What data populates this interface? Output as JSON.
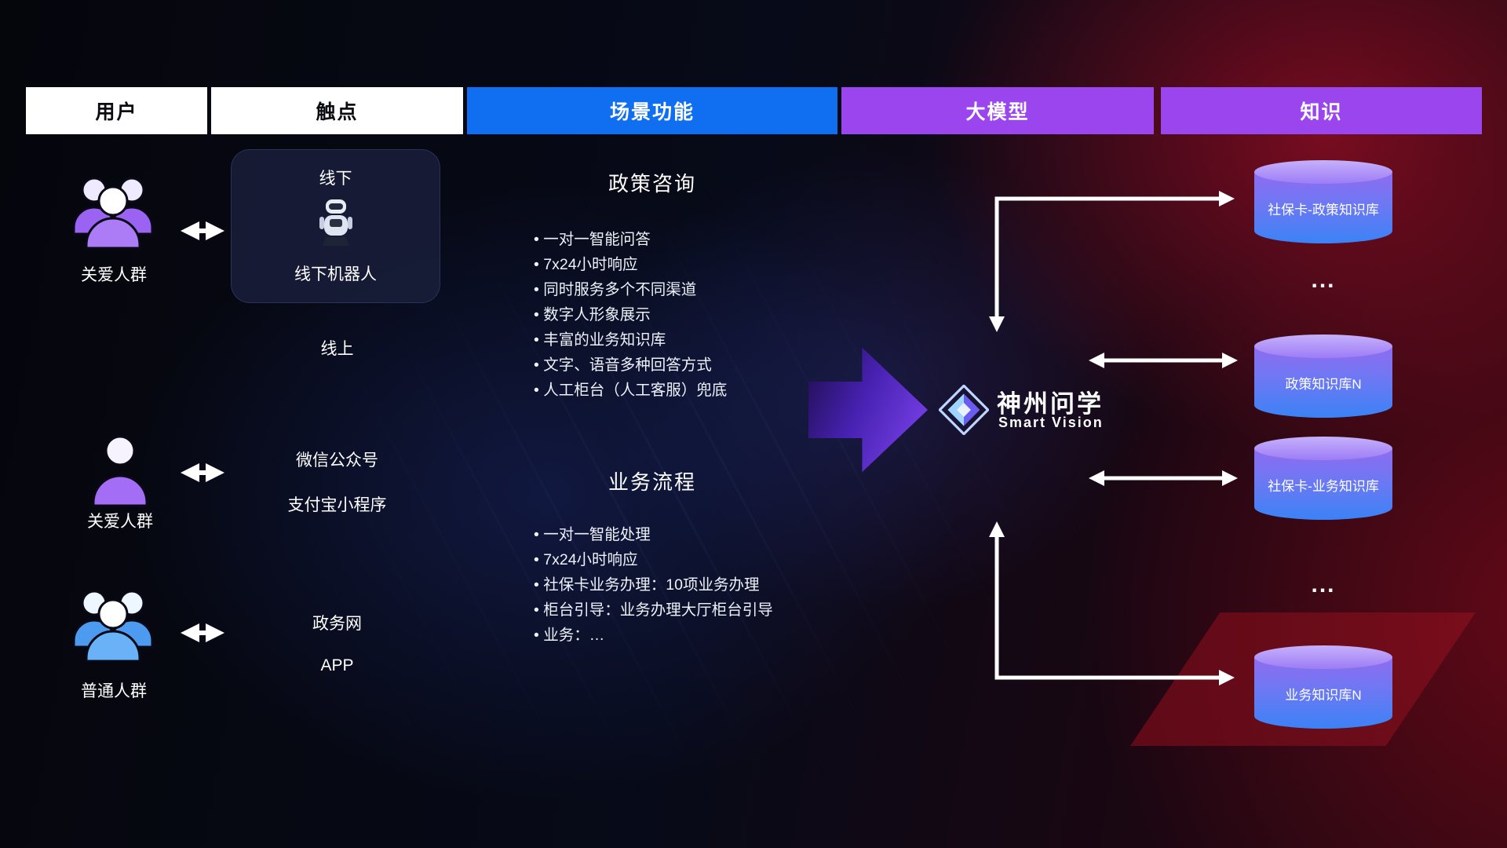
{
  "headers": [
    {
      "label": "用户"
    },
    {
      "label": "触点"
    },
    {
      "label": "场景功能"
    },
    {
      "label": "大模型"
    },
    {
      "label": "知识"
    }
  ],
  "users": [
    {
      "label": "关爱人群"
    },
    {
      "label": "关爱人群"
    },
    {
      "label": "普通人群"
    }
  ],
  "touchpoints": {
    "offline_title": "线下",
    "offline_robot": "线下机器人",
    "online_title": "线上",
    "channels": [
      "微信公众号",
      "支付宝小程序",
      "政务网",
      "APP"
    ]
  },
  "scenarios": [
    {
      "title": "政策咨询",
      "items": [
        "一对一智能问答",
        "7x24小时响应",
        "同时服务多个不同渠道",
        "数字人形象展示",
        "丰富的业务知识库",
        "文字、语音多种回答方式",
        "人工柜台（人工客服）兜底"
      ]
    },
    {
      "title": "业务流程",
      "items": [
        "一对一智能处理",
        "7x24小时响应",
        "社保卡业务办理：10项业务办理",
        "柜台引导：业务办理大厅柜台引导",
        "业务：…"
      ]
    }
  ],
  "model": {
    "name": "神州问学",
    "subtitle": "Smart Vision"
  },
  "knowledge": {
    "databases": [
      "社保卡-政策知识库",
      "政策知识库N",
      "社保卡-业务知识库",
      "业务知识库N"
    ],
    "ellipsis": "..."
  },
  "colors": {
    "header_blue": "#0f6ff0",
    "header_purple": "#9b45ee",
    "accent_purple": "#8a4bff",
    "cylinder_top": "#c6b1fb",
    "cylinder_body_top": "#8f6cf0",
    "cylinder_body_bottom": "#3b82f6",
    "arrow_white": "#ffffff"
  }
}
